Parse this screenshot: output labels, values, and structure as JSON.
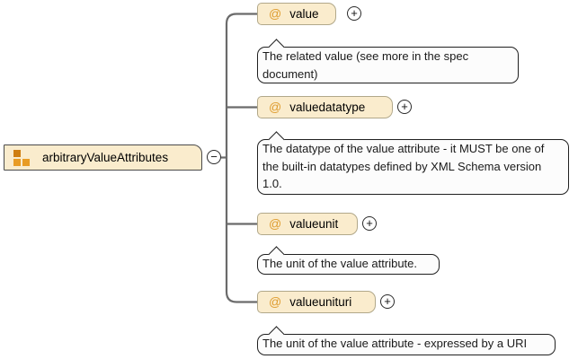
{
  "diagram": {
    "root": {
      "label": "arbitraryValueAttributes",
      "icon": "attribute-group-icon",
      "collapse_symbol": "−"
    },
    "attributes": [
      {
        "prefix": "@",
        "name": "value",
        "expand_symbol": "+",
        "description": "The related value (see more in the spec document)"
      },
      {
        "prefix": "@",
        "name": "valuedatatype",
        "expand_symbol": "+",
        "description": "The datatype of the value attribute - it MUST be one of the built-in datatypes defined by XML Schema version 1.0."
      },
      {
        "prefix": "@",
        "name": "valueunit",
        "expand_symbol": "+",
        "description": "The unit of the value attribute."
      },
      {
        "prefix": "@",
        "name": "valueunituri",
        "expand_symbol": "+",
        "description": "The unit of the value attribute - expressed by a URI"
      }
    ],
    "colors": {
      "node_fill": "#faeccd",
      "node_border": "#b1a88a",
      "root_border": "#4a4a4a",
      "accent_orange": "#de9b2d",
      "icon_orange_dark": "#cf7e10",
      "icon_orange": "#e89c25",
      "connector": "#6b6b6b",
      "doc_fill": "#fcfcfc",
      "doc_border": "#202020"
    }
  }
}
